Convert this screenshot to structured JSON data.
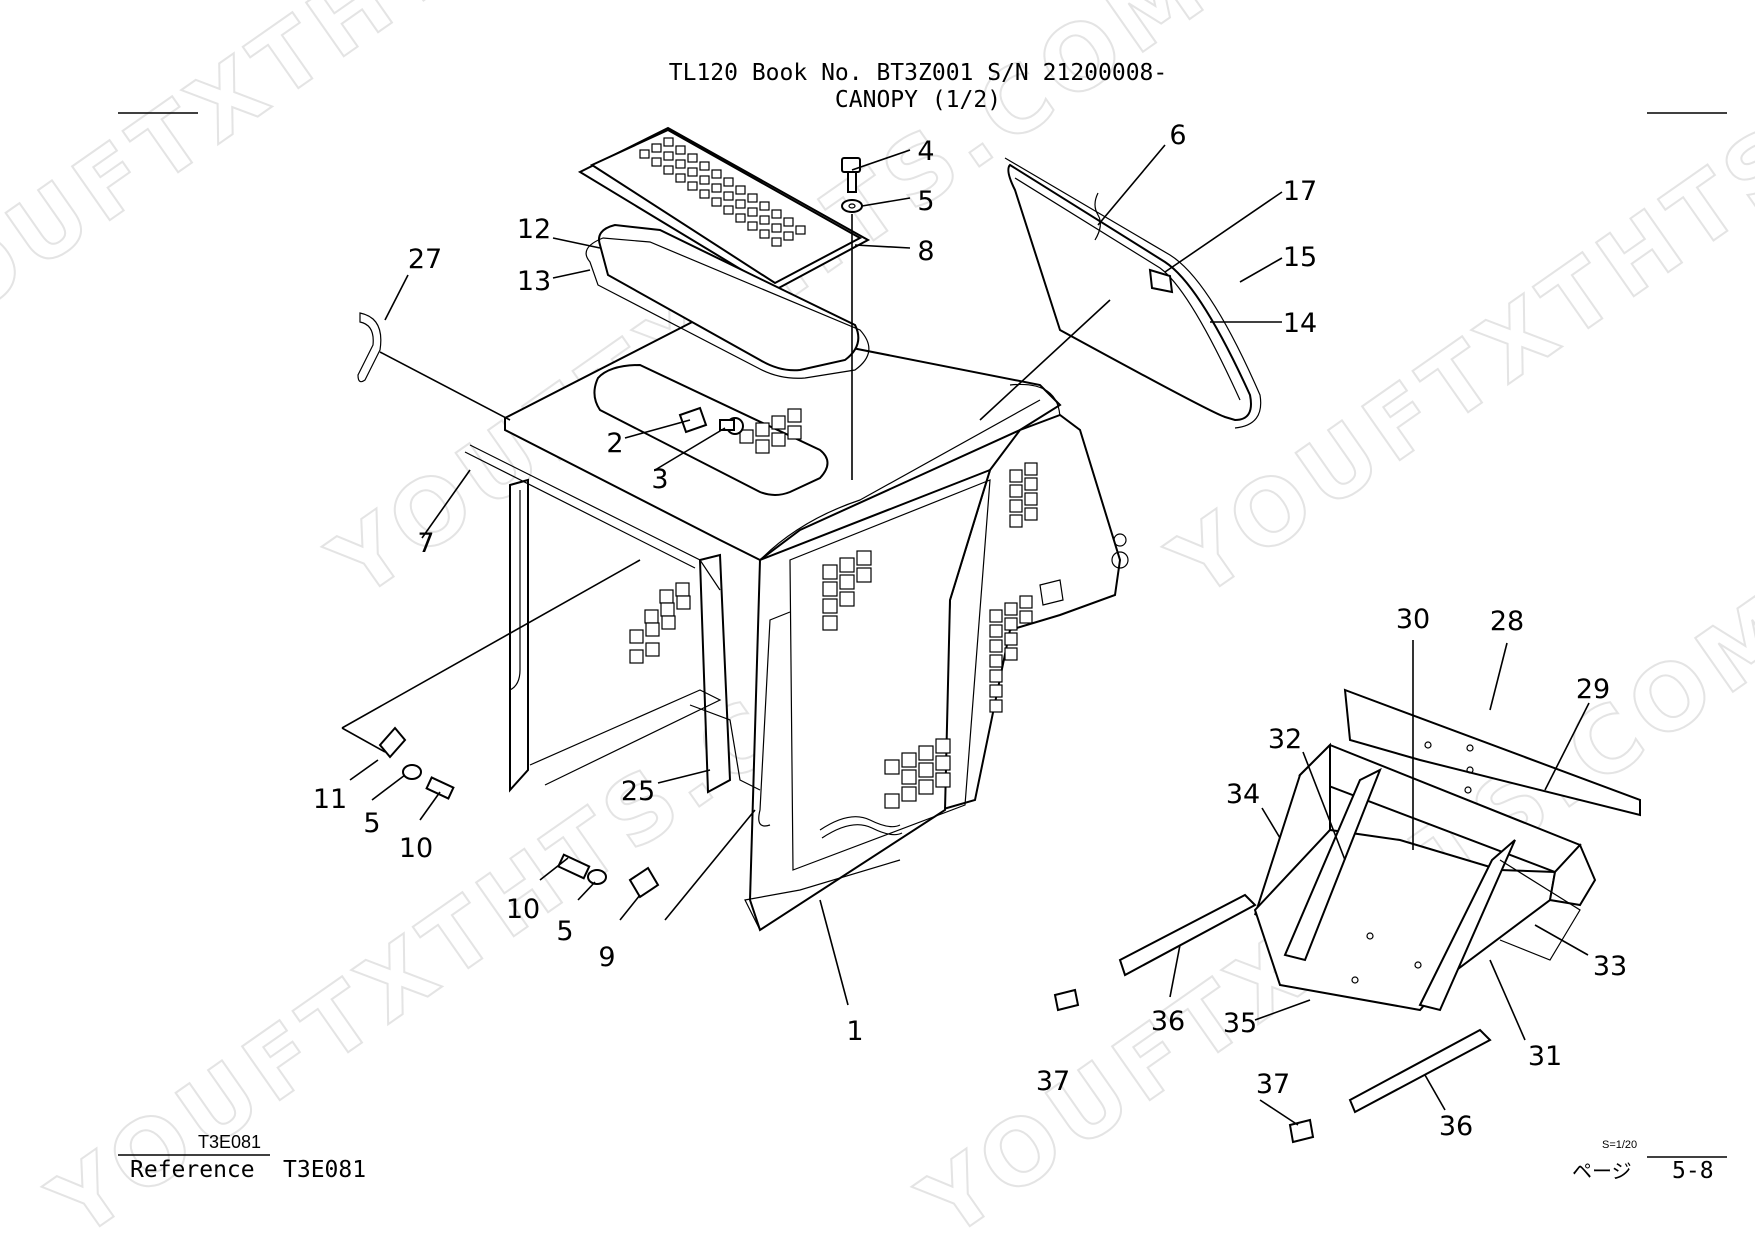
{
  "header": {
    "title_line": "TL120  Book No. BT3Z001 S/N 21200008-",
    "subtitle": "CANOPY (1/2)"
  },
  "footer": {
    "ref_code_top": "T3E081",
    "reference_label": "Reference",
    "reference_code": "T3E081",
    "scale": "S=1/20",
    "page_label": "ページ",
    "page_number": "5-8"
  },
  "watermark": {
    "text": "YOUFTXTHTS.COM"
  },
  "callouts": [
    "1",
    "2",
    "3",
    "4",
    "5",
    "5",
    "5",
    "6",
    "7",
    "8",
    "9",
    "10",
    "10",
    "11",
    "12",
    "13",
    "14",
    "15",
    "17",
    "25",
    "27",
    "28",
    "29",
    "30",
    "31",
    "32",
    "33",
    "34",
    "35",
    "36",
    "36",
    "37",
    "37"
  ]
}
